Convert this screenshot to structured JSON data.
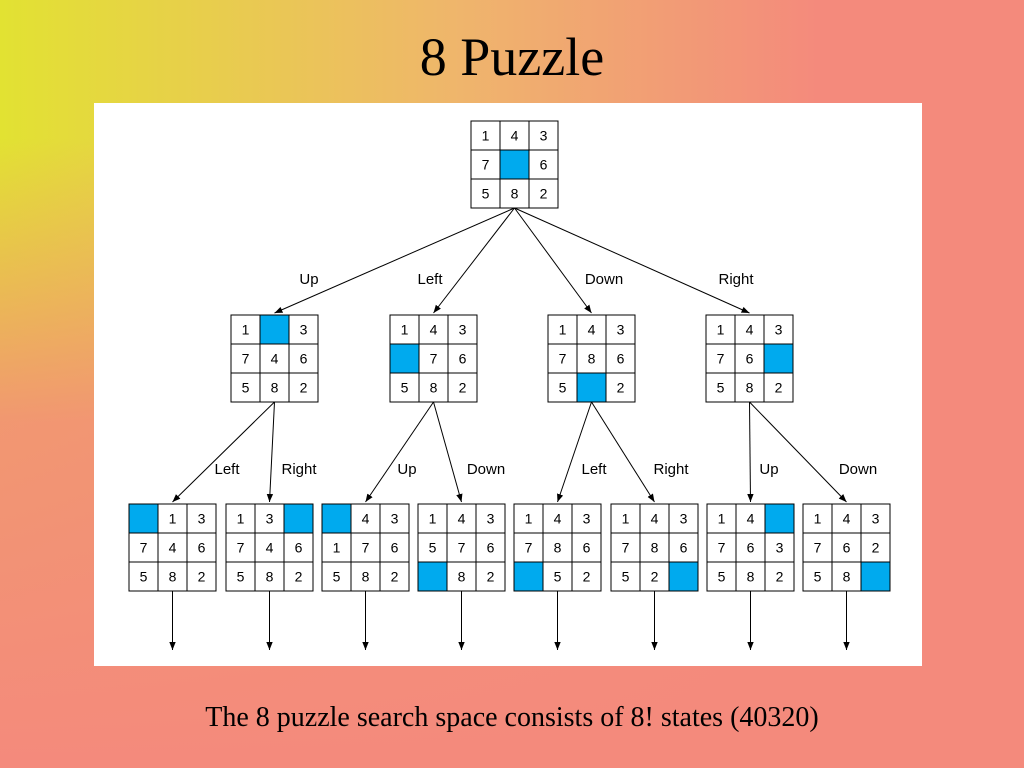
{
  "slide": {
    "title": "8 Puzzle",
    "caption": "The 8 puzzle search space consists of 8! states (40320)"
  },
  "colors": {
    "blank": "#00aaee",
    "grid": "#000000",
    "panel": "#ffffff"
  },
  "tree": {
    "root": {
      "cells": [
        "1",
        "4",
        "3",
        "7",
        "",
        "6",
        "5",
        "8",
        "2"
      ]
    },
    "level1": [
      {
        "move": "Up",
        "cells": [
          "1",
          "",
          "3",
          "7",
          "4",
          "6",
          "5",
          "8",
          "2"
        ]
      },
      {
        "move": "Left",
        "cells": [
          "1",
          "4",
          "3",
          "",
          "7",
          "6",
          "5",
          "8",
          "2"
        ]
      },
      {
        "move": "Down",
        "cells": [
          "1",
          "4",
          "3",
          "7",
          "8",
          "6",
          "5",
          "",
          "2"
        ]
      },
      {
        "move": "Right",
        "cells": [
          "1",
          "4",
          "3",
          "7",
          "6",
          "",
          "5",
          "8",
          "2"
        ]
      }
    ],
    "level2": [
      {
        "move": "Left",
        "cells": [
          "",
          "1",
          "3",
          "7",
          "4",
          "6",
          "5",
          "8",
          "2"
        ]
      },
      {
        "move": "Right",
        "cells": [
          "1",
          "3",
          "",
          "7",
          "4",
          "6",
          "5",
          "8",
          "2"
        ]
      },
      {
        "move": "Up",
        "cells": [
          "",
          "4",
          "3",
          "1",
          "7",
          "6",
          "5",
          "8",
          "2"
        ]
      },
      {
        "move": "Down",
        "cells": [
          "1",
          "4",
          "3",
          "5",
          "7",
          "6",
          "",
          "8",
          "2"
        ]
      },
      {
        "move": "Left",
        "cells": [
          "1",
          "4",
          "3",
          "7",
          "8",
          "6",
          "",
          "5",
          "2"
        ]
      },
      {
        "move": "Right",
        "cells": [
          "1",
          "4",
          "3",
          "7",
          "8",
          "6",
          "5",
          "2",
          ""
        ]
      },
      {
        "move": "Up",
        "cells": [
          "1",
          "4",
          "",
          "7",
          "6",
          "3",
          "5",
          "8",
          "2"
        ]
      },
      {
        "move": "Down",
        "cells": [
          "1",
          "4",
          "3",
          "7",
          "6",
          "2",
          "5",
          "8",
          ""
        ]
      }
    ]
  }
}
